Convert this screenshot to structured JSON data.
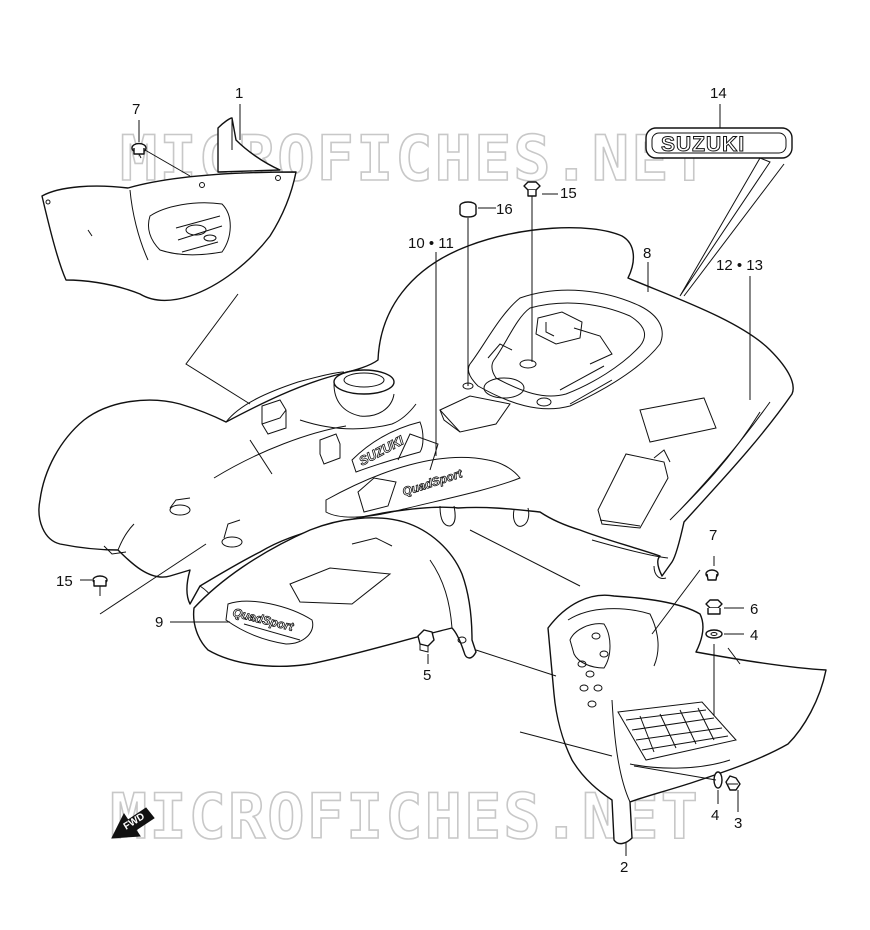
{
  "watermark": {
    "text": "MICROFICHES.NET"
  },
  "emblem": {
    "text": "SUZUKI"
  },
  "decals": {
    "tank_brand": "SUZUKI",
    "quadsport": "QuadSport",
    "side_text": "QuadSport"
  },
  "direction": {
    "label": "FWD"
  },
  "callouts": [
    {
      "id": "c7a",
      "label": "7"
    },
    {
      "id": "c1",
      "label": "1"
    },
    {
      "id": "c14",
      "label": "14"
    },
    {
      "id": "c16",
      "label": "16"
    },
    {
      "id": "c15a",
      "label": "15"
    },
    {
      "id": "c10",
      "label": "10 • 11"
    },
    {
      "id": "c8",
      "label": "8"
    },
    {
      "id": "c12",
      "label": "12 • 13"
    },
    {
      "id": "c7b",
      "label": "7"
    },
    {
      "id": "c15b",
      "label": "15"
    },
    {
      "id": "c6",
      "label": "6"
    },
    {
      "id": "c9",
      "label": "9"
    },
    {
      "id": "c4a",
      "label": "4"
    },
    {
      "id": "c5",
      "label": "5"
    },
    {
      "id": "c4b",
      "label": "4"
    },
    {
      "id": "c3",
      "label": "3"
    },
    {
      "id": "c2",
      "label": "2"
    }
  ]
}
